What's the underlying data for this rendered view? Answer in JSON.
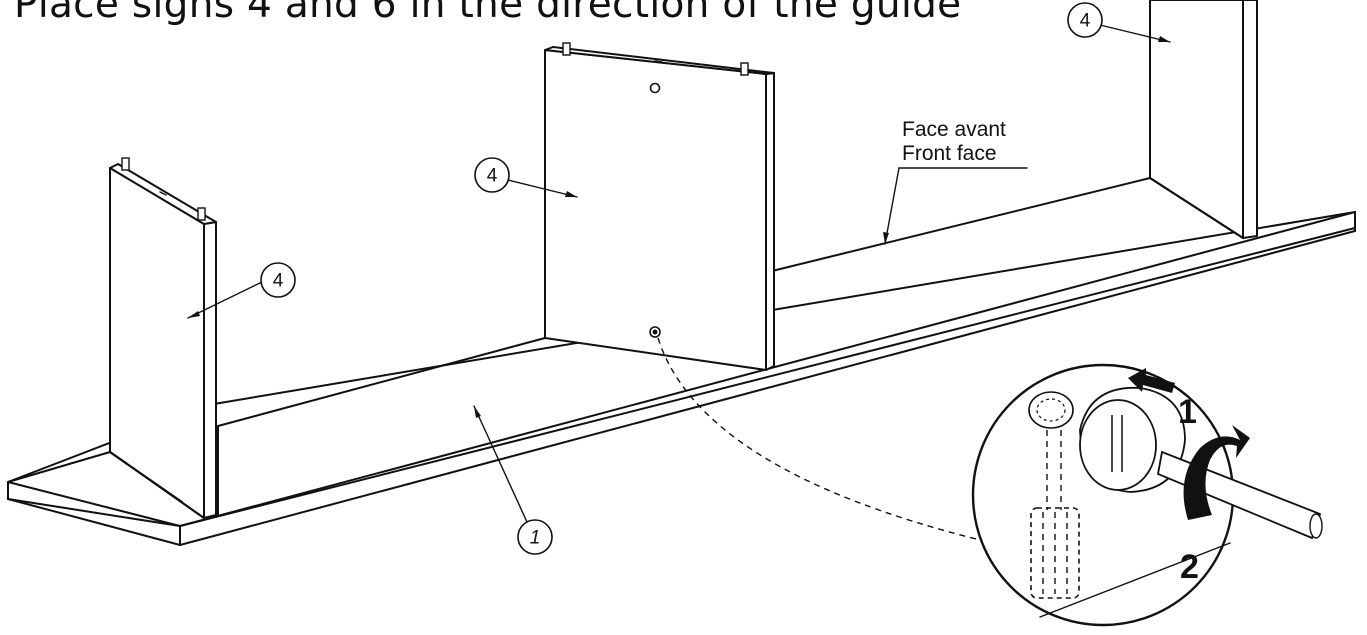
{
  "instruction": "Place signs 4 and 6 in the direction of the guide",
  "front_face_label": {
    "fr": "Face avant",
    "en": "Front face"
  },
  "callouts": {
    "left_panel": "4",
    "middle_panel": "4",
    "right_panel": "4",
    "base_board": "1"
  },
  "steps": {
    "push": "1",
    "turn": "2"
  }
}
